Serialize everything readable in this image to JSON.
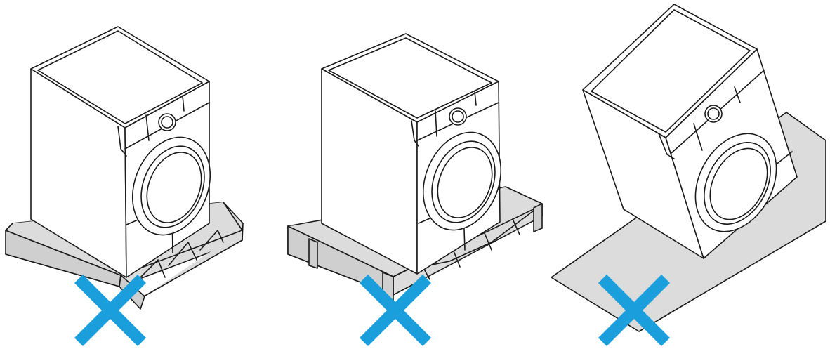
{
  "panels": [
    {
      "id": "uneven-support",
      "symbol": "x-mark"
    },
    {
      "id": "pallet-base",
      "symbol": "x-mark"
    },
    {
      "id": "inclined-surface",
      "symbol": "x-mark"
    }
  ],
  "colors": {
    "cross": "#1a9fdc",
    "surface": "#dcdcdc",
    "outline": "#1a1a1a",
    "machine": "#ffffff"
  },
  "icons": [
    "washing-machine-icon",
    "cross-icon"
  ]
}
